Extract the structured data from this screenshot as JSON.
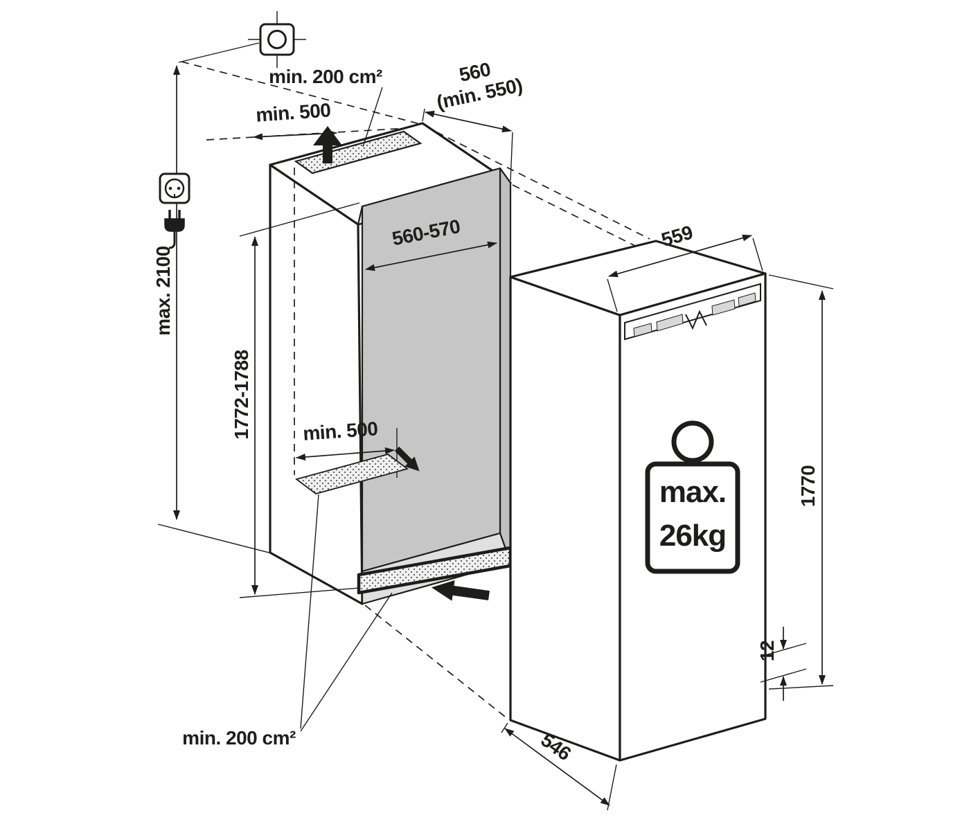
{
  "labels": {
    "vent_area_top": "min. 200 cm²",
    "clearance_top": "min. 500",
    "niche_depth": "560",
    "niche_depth_min": "(min. 550)",
    "niche_width": "560-570",
    "ceiling_height": "max. 2100",
    "niche_height": "1772-1788",
    "clearance_inner": "min. 500",
    "appliance_width": "559",
    "appliance_height": "1770",
    "bottom_gap": "12",
    "appliance_depth": "546",
    "vent_area_bottom": "min. 200 cm²",
    "weight_prefix": "max.",
    "weight_value": "26kg"
  },
  "icons": {
    "ceiling_datum": "crosshair-square",
    "power_socket": "socket-outlet",
    "power_plug": "plug",
    "airflow_top": "thick-arrow-up",
    "airflow_bottom": "thick-arrow-left",
    "weight": "kettlebell-weight"
  },
  "colors": {
    "line": "#1d1d1b",
    "interior_back": "#c6c6c6",
    "interior_floor": "#e0e0e0",
    "interior_ceiling": "#ededed",
    "interior_side": "#c0c0c0",
    "vent_fill": "#f0f0f0"
  }
}
